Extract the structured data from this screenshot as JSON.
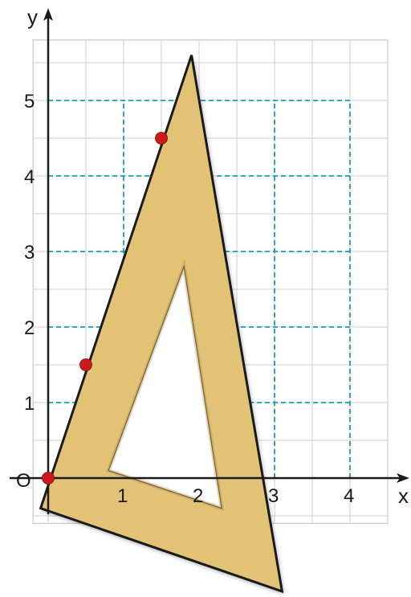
{
  "figure": {
    "axes": {
      "x_label": "x",
      "y_label": "y",
      "origin_label": "O",
      "x_ticks": [
        "1",
        "2",
        "3",
        "4"
      ],
      "y_ticks": [
        "1",
        "2",
        "3",
        "4",
        "5"
      ],
      "x_range": [
        -0.2,
        4.5
      ],
      "y_range": [
        -0.6,
        5.8
      ],
      "grid_step": 0.5
    },
    "dashed_grid": {
      "x_values": [
        1,
        2,
        3,
        4
      ],
      "y_values": [
        1,
        2,
        3,
        4,
        5
      ],
      "color": "#1a9bbd"
    },
    "triangle_ruler": {
      "outer_vertices": [
        [
          -0.1,
          -0.4
        ],
        [
          1.9,
          5.6
        ],
        [
          3.1,
          -1.5
        ]
      ],
      "inner_vertices": [
        [
          0.8,
          0.1
        ],
        [
          1.8,
          2.8
        ],
        [
          2.3,
          -0.4
        ]
      ],
      "fill_color": "#e8c878",
      "edge_color": "#1a1a1a"
    },
    "points": [
      {
        "x": 0,
        "y": 0
      },
      {
        "x": 0.5,
        "y": 1.5
      },
      {
        "x": 1.5,
        "y": 4.5
      }
    ],
    "point_color": "#cc1a1a"
  }
}
